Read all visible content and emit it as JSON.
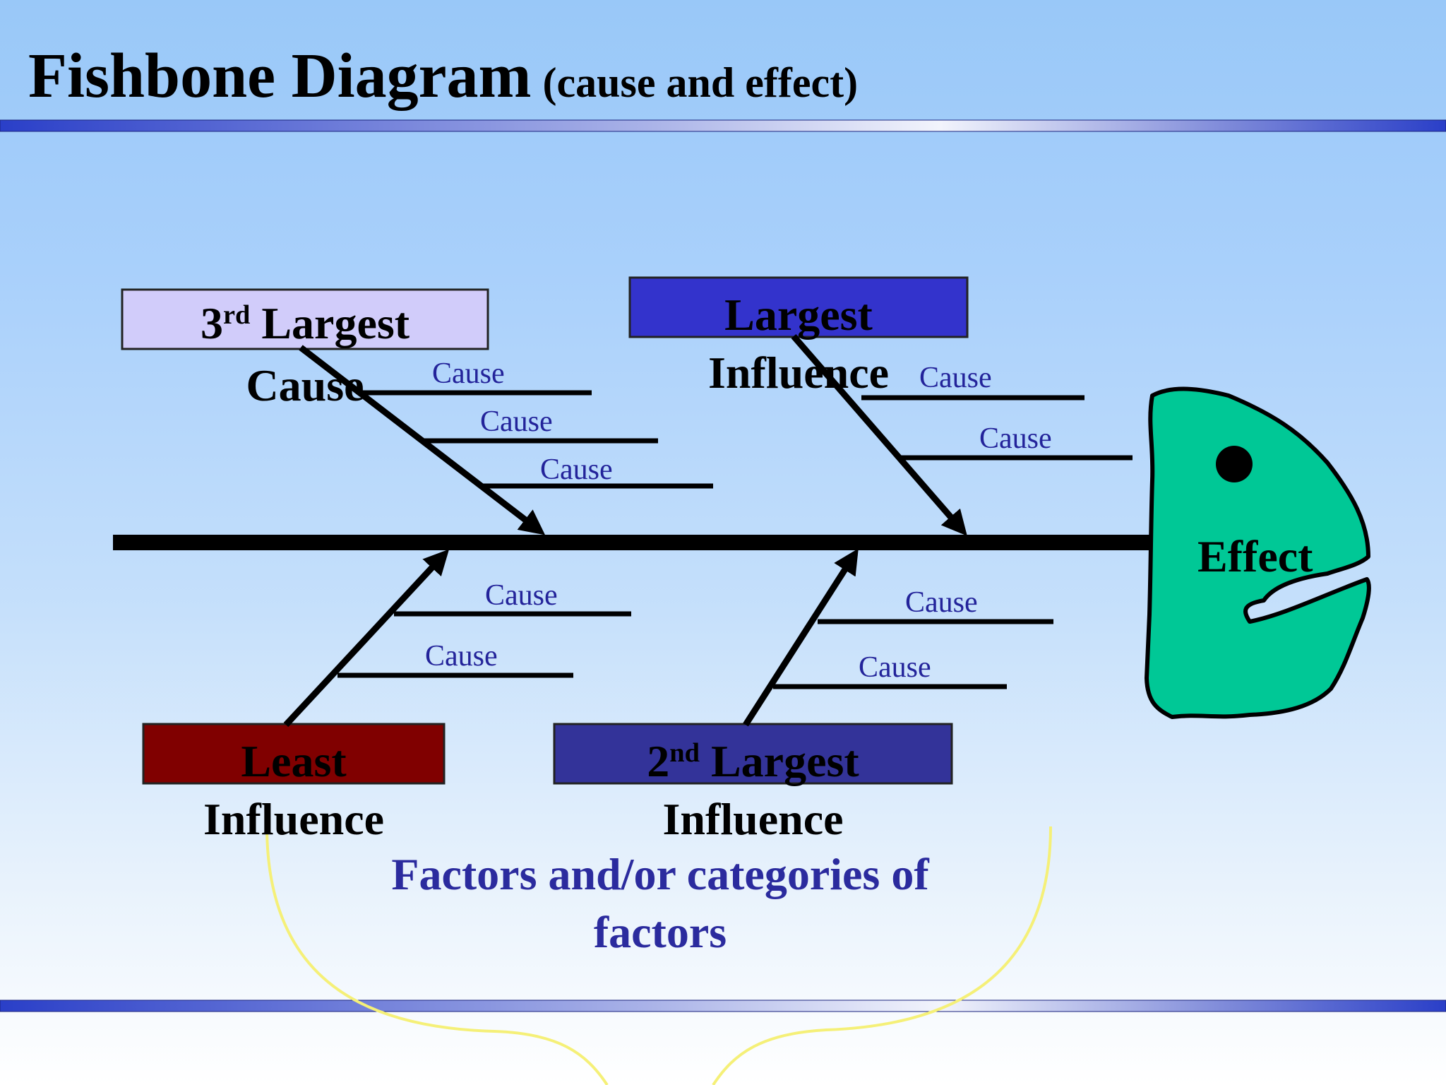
{
  "title": {
    "main": "Fishbone Diagram",
    "sub": "(cause and effect)"
  },
  "categories": {
    "third": {
      "ordinal": "3",
      "suffix": "rd",
      "word": "Largest",
      "line2": "Cause"
    },
    "largest": {
      "line1": "Largest",
      "line2": "Influence"
    },
    "least": {
      "line1": "Least",
      "line2": "Influence"
    },
    "second": {
      "ordinal": "2",
      "suffix": "nd",
      "word": "Largest",
      "line2": "Influence"
    }
  },
  "causes": {
    "third": [
      "Cause",
      "Cause",
      "Cause"
    ],
    "largest": [
      "Cause",
      "Cause"
    ],
    "least": [
      "Cause",
      "Cause"
    ],
    "second": [
      "Cause",
      "Cause"
    ]
  },
  "effect": "Effect",
  "caption": {
    "line1": "Factors and/or categories of",
    "line2": "factors"
  },
  "colors": {
    "box_third": "#d1ccfa",
    "box_largest": "#3333cc",
    "box_least": "#800000",
    "box_second": "#333399",
    "fish_head": "#00c896",
    "cause_text": "#23239a",
    "caption_text": "#2b2b9e",
    "brace": "#f5f078",
    "rule": "#2a3fc8"
  }
}
